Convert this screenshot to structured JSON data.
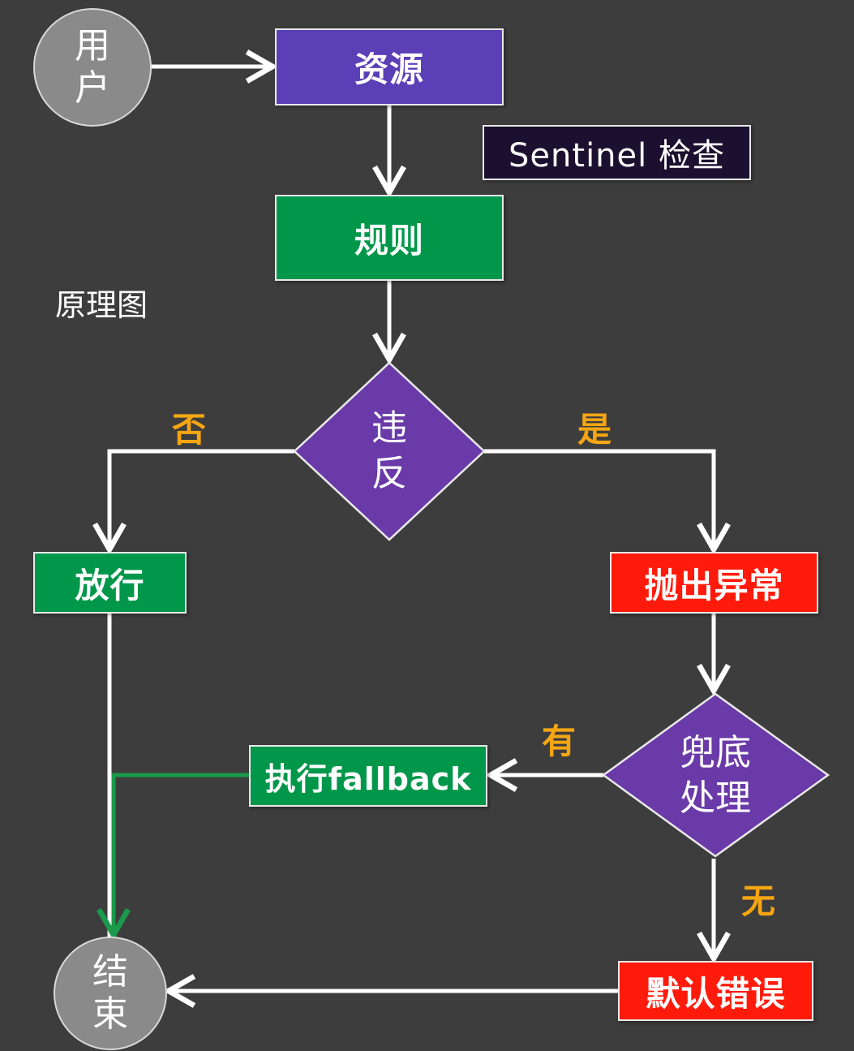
{
  "title_label": "原理图",
  "nodes": {
    "user": {
      "line1": "用",
      "line2": "户"
    },
    "resource": "资源",
    "sentinel_check": "Sentinel 检查",
    "rule": "规则",
    "violation": {
      "line1": "违",
      "line2": "反"
    },
    "pass": "放行",
    "throw_exception": "抛出异常",
    "fallback_decision": {
      "line1": "兜底",
      "line2": "处理"
    },
    "execute_fallback": "执行fallback",
    "default_error": "默认错误",
    "end": {
      "line1": "结",
      "line2": "束"
    }
  },
  "edge_labels": {
    "no": "否",
    "yes": "是",
    "has": "有",
    "none": "无"
  },
  "colors": {
    "background": "#3d3d3d",
    "purple": "#5b3fb6",
    "diamond_purple": "#6a3aa8",
    "green": "#00974a",
    "red": "#ff1b0b",
    "orange_label": "#f5a612",
    "gray_circle": "#8a8a8a",
    "green_path": "#1a9a4a"
  }
}
